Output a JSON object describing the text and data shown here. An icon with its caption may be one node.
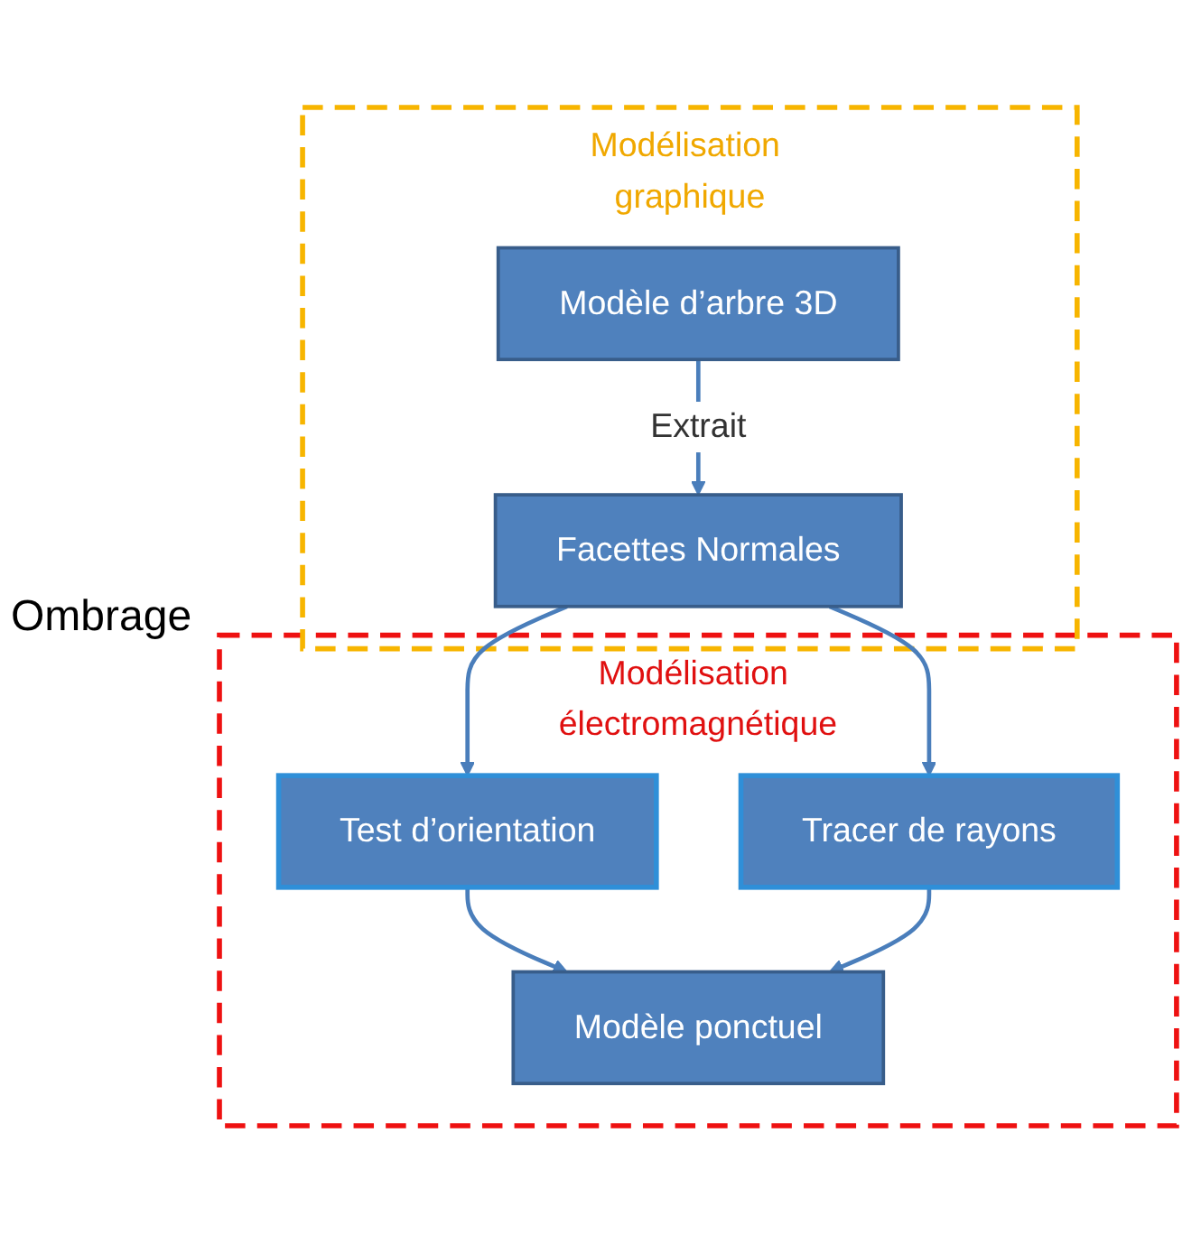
{
  "diagram": {
    "nodes": [
      {
        "text": [
          "Modélisation graphique"
        ]
      },
      {
        "text": [
          "Modèle d’arbre 3D"
        ],
        "in": 0
      },
      {
        "text": [
          "Facettes Normales"
        ],
        "in": 0
      },
      {
        "text": [
          "Modélisation électromagnétique"
        ]
      },
      {
        "text": [
          "Test d’orientation"
        ],
        "in": 3
      },
      {
        "text": [
          "Tracer de rayons"
        ],
        "in": 3
      },
      {
        "text": [
          "Modèle ponctuel"
        ],
        "in": 3
      }
    ],
    "edges": [
      {
        "from": 1,
        "to": 2,
        "arrow": "to",
        "label": "Extrait"
      },
      {
        "from": 2,
        "to": 4,
        "arrow": "to"
      },
      {
        "from": 2,
        "to": 5,
        "arrow": "to"
      },
      {
        "from": 4,
        "to": 6,
        "arrow": "to"
      },
      {
        "from": 5,
        "to": 6,
        "arrow": "to"
      }
    ],
    "labels": [
      "Ombrage"
    ]
  }
}
